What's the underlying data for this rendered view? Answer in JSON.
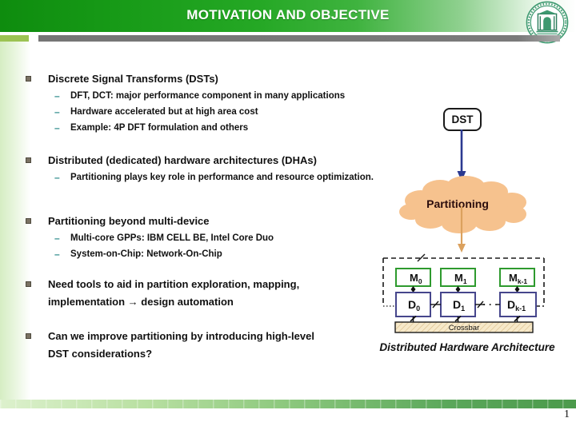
{
  "slide": {
    "title": "MOTIVATION AND OBJECTIVE",
    "page_number": "1"
  },
  "bullets_meta": {
    "dash_glyph": "–"
  },
  "bullets": [
    {
      "label": "Discrete Signal Transforms (DSTs)",
      "subs": [
        "DFT, DCT: major performance component in many applications",
        "Hardware accelerated but at high area cost",
        "Example: 4P DFT formulation and others"
      ]
    },
    {
      "label": "Distributed (dedicated) hardware architectures (DHAs)",
      "subs": [
        "Partitioning plays key role in performance and resource optimization."
      ]
    },
    {
      "label": "Partitioning beyond multi-device",
      "subs": [
        "Multi-core GPPs: IBM CELL BE, Intel Core Duo",
        "System-on-Chip: Network-On-Chip"
      ]
    },
    {
      "label": "Need tools to aid in partition exploration, mapping, implementation → design automation",
      "subs": []
    },
    {
      "label": "Can we improve partitioning by introducing high-level DST considerations?",
      "subs": []
    }
  ],
  "diagram": {
    "dst_label": "DST",
    "cloud_label": "Partitioning",
    "ellipsis": "· · ·",
    "crossbar_label": "Crossbar",
    "caption": "Distributed Hardware Architecture",
    "memory_boxes": [
      {
        "base": "M",
        "sub": "0"
      },
      {
        "base": "M",
        "sub": "1"
      },
      {
        "base": "M",
        "sub": "k-1"
      }
    ],
    "device_boxes": [
      {
        "base": "D",
        "sub": "0"
      },
      {
        "base": "D",
        "sub": "1"
      },
      {
        "base": "D",
        "sub": "k-1"
      }
    ],
    "colors": {
      "header_green": "#25a825",
      "accent_yellow_green": "#9cc353",
      "cloud_fill": "#f6c28e",
      "blue_arrow": "#2b3990",
      "orange_arrow": "#dba15e",
      "memory_border": "#2e9a2e",
      "device_border": "#46468c",
      "crossbar_fill": "#f7e9c9"
    }
  }
}
